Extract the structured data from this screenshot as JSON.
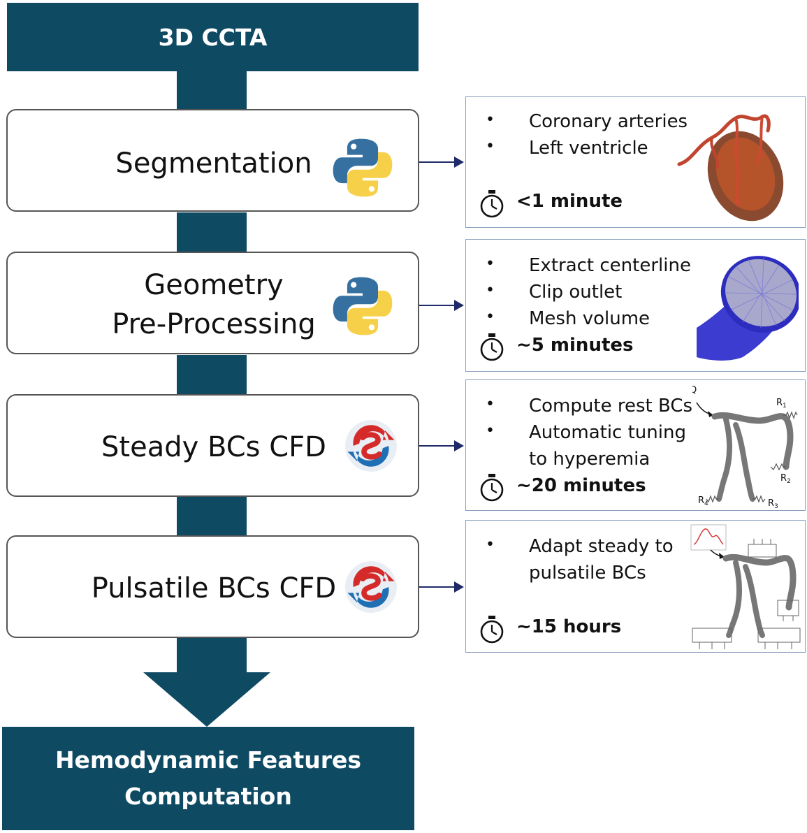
{
  "input": {
    "title": "3D CCTA"
  },
  "output": {
    "line1": "Hemodynamic Features",
    "line2": "Computation"
  },
  "stages": [
    {
      "label_lines": [
        "Segmentation"
      ],
      "icon": "python-logo-icon",
      "bullets": [
        "Coronary arteries",
        "Left ventricle"
      ],
      "time": "<1 minute"
    },
    {
      "label_lines": [
        "Geometry",
        "Pre-Processing"
      ],
      "icon": "python-logo-icon",
      "bullets": [
        "Extract centerline",
        "Clip outlet",
        "Mesh volume"
      ],
      "time": "~5 minutes"
    },
    {
      "label_lines": [
        "Steady BCs CFD"
      ],
      "icon": "simvascular-logo-icon",
      "bullets": [
        "Compute rest BCs",
        "Automatic tuning",
        "to hyperemia"
      ],
      "time": "~20 minutes"
    },
    {
      "label_lines": [
        "Pulsatile BCs CFD"
      ],
      "icon": "simvascular-logo-icon",
      "bullets": [
        "Adapt steady to",
        "pulsatile BCs"
      ],
      "time": "~15 hours"
    }
  ],
  "model_labels": {
    "q": "Q",
    "r1": "R",
    "r1_sub": "1",
    "r2": "R",
    "r2_sub": "2",
    "r3": "R",
    "r3_sub": "3",
    "r4": "R",
    "r4_sub": "4"
  },
  "colors": {
    "navy": "#0f4a63",
    "python_blue": "#3670a0",
    "python_yellow": "#f7d04a",
    "sv_red": "#d42a2a",
    "sv_blue": "#1f6fb5",
    "arrow": "#1f2a6a"
  }
}
